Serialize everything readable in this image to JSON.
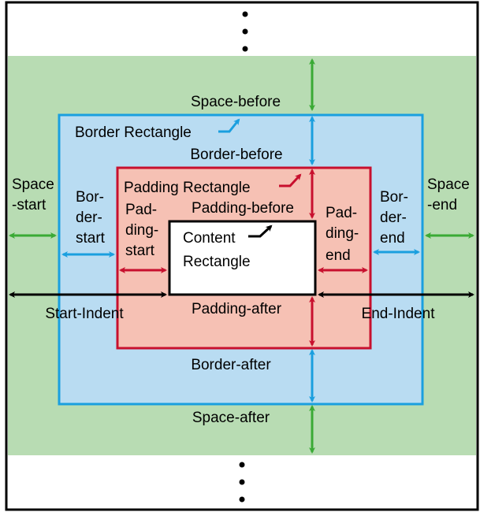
{
  "colors": {
    "frame": "#000000",
    "space_fill": "#b8dcb3",
    "border_fill": "#b9dcf2",
    "padding_fill": "#f6c1b4",
    "content_fill": "#ffffff",
    "border_stroke": "#1a9fdf",
    "padding_stroke": "#c8102e",
    "green_arrow": "#3aaa35",
    "blue_arrow": "#1a9fdf",
    "red_arrow": "#c8102e",
    "black_arrow": "#000000"
  },
  "labels": {
    "space_before": "Space-before",
    "border_rectangle": "Border Rectangle",
    "border_before": "Border-before",
    "padding_rectangle": "Padding Rectangle",
    "padding_before": "Padding-before",
    "content_line1": "Content",
    "content_line2": "Rectangle",
    "space_start_1": "Space",
    "space_start_2": "-start",
    "border_start_1": "Bor-",
    "border_start_2": "der-",
    "border_start_3": "start",
    "padding_start_1": "Pad-",
    "padding_start_2": "ding-",
    "padding_start_3": "start",
    "padding_end_1": "Pad-",
    "padding_end_2": "ding-",
    "padding_end_3": "end",
    "border_end_1": "Bor-",
    "border_end_2": "der-",
    "border_end_3": "end",
    "space_end_1": "Space",
    "space_end_2": "-end",
    "start_indent": "Start-Indent",
    "end_indent": "End-Indent",
    "padding_after": "Padding-after",
    "border_after": "Border-after",
    "space_after": "Space-after"
  }
}
